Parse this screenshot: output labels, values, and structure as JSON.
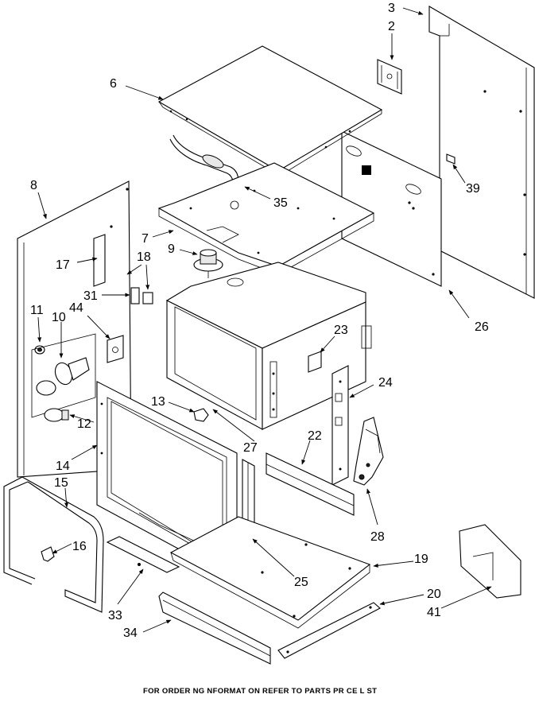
{
  "labels": {
    "p3": "3",
    "p2": "2",
    "p6": "6",
    "p8": "8",
    "p35": "35",
    "p39": "39",
    "p7": "7",
    "p9": "9",
    "p17": "17",
    "p18": "18",
    "p31": "31",
    "p26": "26",
    "p11": "11",
    "p44": "44",
    "p10": "10",
    "p23": "23",
    "p24": "24",
    "p13": "13",
    "p12": "12",
    "p14": "14",
    "p15": "15",
    "p22": "22",
    "p27": "27",
    "p16": "16",
    "p28": "28",
    "p19": "19",
    "p25": "25",
    "p33": "33",
    "p20": "20",
    "p41": "41",
    "p34": "34"
  },
  "footer": "FOR ORDER NG  NFORMAT ON REFER TO PARTS PR CE L ST"
}
